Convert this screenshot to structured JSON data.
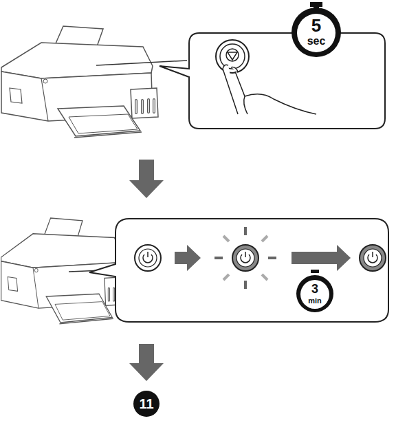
{
  "diagram": {
    "labels": [
      "5",
      "sec",
      "3",
      "min",
      "11"
    ]
  }
}
